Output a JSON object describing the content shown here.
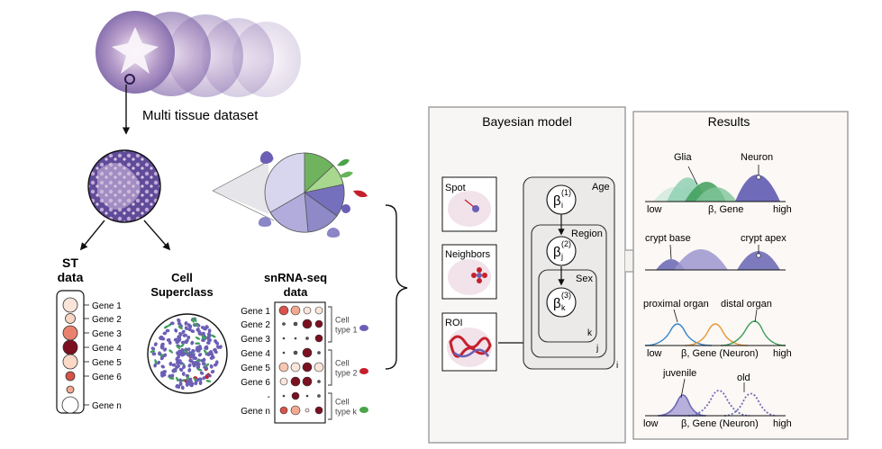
{
  "left": {
    "dataset_label": "Multi tissue dataset",
    "st_title": [
      "ST",
      "data"
    ],
    "cell_title": [
      "Cell",
      "Superclass"
    ],
    "sn_title": [
      "snRNA-seq",
      "data"
    ],
    "genes": [
      {
        "label": "Gene 1",
        "color": "#fbe4da"
      },
      {
        "label": "Gene 2",
        "color": "#f7d6c4"
      },
      {
        "label": "Gene 3",
        "color": "#e8826f"
      },
      {
        "label": "Gene 4",
        "color": "#7a1020"
      },
      {
        "label": "Gene 5",
        "color": "#fbd9c6"
      },
      {
        "label": "Gene 6",
        "color": "#d9534a"
      },
      {
        "label": "",
        "color": "#f2a98f"
      },
      {
        "label": "Gene n",
        "color": "#ffffff"
      }
    ],
    "sn_genes": [
      "Gene 1",
      "Gene 2",
      "Gene 3",
      "Gene 4",
      "Gene 5",
      "Gene 6",
      "-",
      "Gene n"
    ],
    "sn_groups": [
      {
        "line1": "Cell",
        "line2": "type 1",
        "color": "#6b5fb5"
      },
      {
        "line1": "Cell",
        "line2": "type 2",
        "color": "#c4202c"
      },
      {
        "line1": "Cell",
        "line2": "type k",
        "color": "#4ba34a"
      }
    ]
  },
  "model": {
    "title": "Bayesian model",
    "inputs": [
      "Spot",
      "Neighbors",
      "ROI"
    ],
    "plates": [
      "Age",
      "Region",
      "Sex"
    ],
    "plate_indices": [
      "i",
      "j",
      "k"
    ],
    "node_symbol": "β",
    "node_sub": [
      "i",
      "j",
      "k"
    ],
    "node_sup": [
      "(1)",
      "(2)",
      "(3)"
    ]
  },
  "results": {
    "title": "Results",
    "panels": [
      {
        "labels": [
          "Glia",
          "Neuron"
        ],
        "axis": [
          "low",
          "β, Gene",
          "high"
        ]
      },
      {
        "labels": [
          "crypt base",
          "crypt apex"
        ],
        "axis": [
          "",
          "",
          ""
        ]
      },
      {
        "labels": [
          "proximal organ",
          "distal organ"
        ],
        "axis": [
          "low",
          "β, Gene (Neuron)",
          "high"
        ]
      },
      {
        "labels": [
          "juvenile",
          "old"
        ],
        "axis": [
          "low",
          "β, Gene (Neuron)",
          "high"
        ]
      }
    ],
    "colors": {
      "purple": "#6f6bb8",
      "green": "#3f9e5a",
      "orange": "#e89a3c",
      "blue": "#3a86c8",
      "lilac": "#b7b0dd"
    }
  }
}
